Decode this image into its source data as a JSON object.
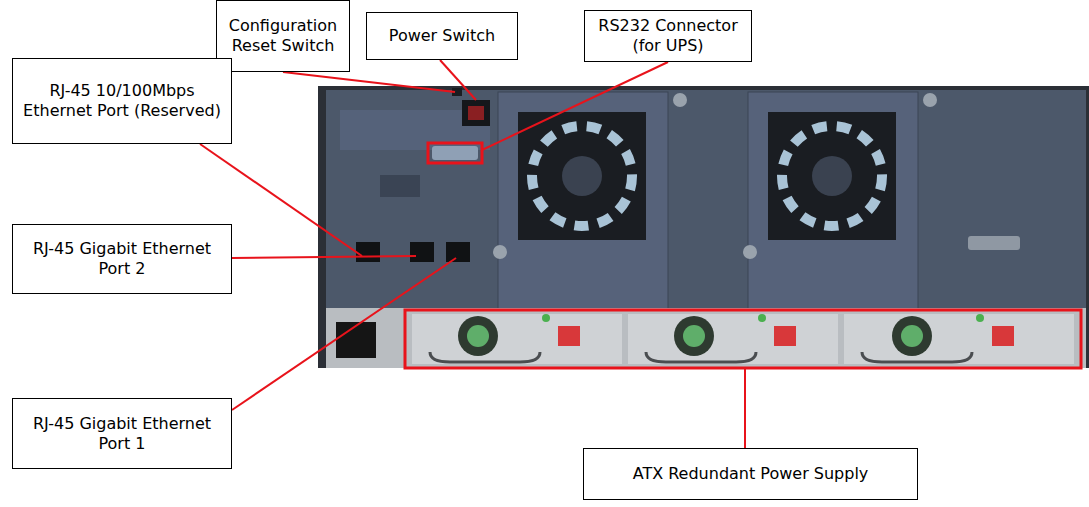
{
  "diagram": {
    "nodes": [
      {
        "text": [
          "Configuration Reset Switch"
        ]
      },
      {
        "text": [
          "Power Switch"
        ]
      },
      {
        "text": [
          "RS232 Connector (for UPS)"
        ]
      },
      {
        "text": [
          "RJ-45 10/100Mbps Ethernet Port (Reserved)"
        ]
      },
      {
        "text": [
          "RJ-45 Gigabit Ethernet Port 2"
        ]
      },
      {
        "text": [
          "RJ-45 Gigabit Ethernet Port 1"
        ]
      },
      {
        "text": [
          "ATX Redundant Power Supply"
        ]
      }
    ]
  }
}
